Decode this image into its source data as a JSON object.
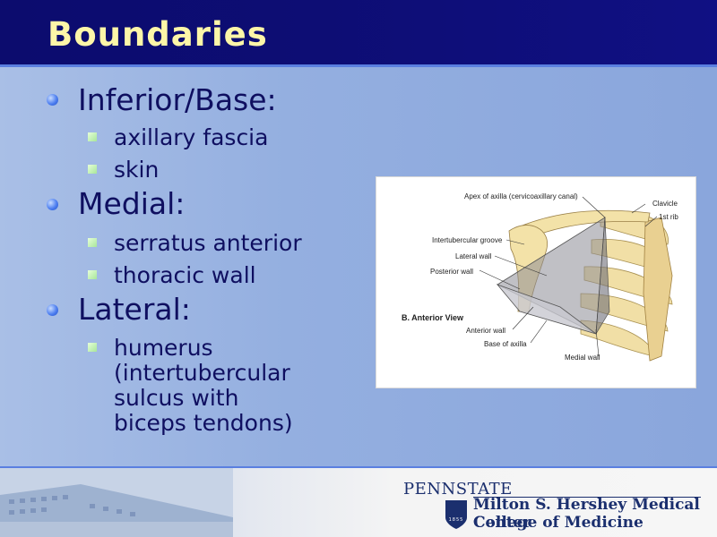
{
  "slide": {
    "title": "Boundaries",
    "items": [
      {
        "label": "Inferior/Base:",
        "subs": [
          "axillary fascia",
          "skin"
        ]
      },
      {
        "label": "Medial:",
        "subs": [
          "serratus anterior",
          "thoracic wall"
        ]
      },
      {
        "label": "Lateral:",
        "subs": [
          "humerus (intertubercular sulcus with biceps tendons)"
        ]
      }
    ],
    "lateral_sub_lines": [
      "humerus",
      "(intertubercular",
      "sulcus with",
      "biceps tendons)"
    ]
  },
  "figure": {
    "view_label": "B. Anterior View",
    "labels": {
      "apex": "Apex of axilla (cervicoaxillary canal)",
      "clavicle": "Clavicle",
      "first_rib": "1st rib",
      "intertubercular": "Intertubercular groove",
      "lateral_wall": "Lateral wall",
      "posterior_wall": "Posterior wall",
      "anterior_wall": "Anterior wall",
      "base": "Base of axilla",
      "medial_wall": "Medial wall"
    }
  },
  "footer": {
    "pennstate": "PENNSTATE",
    "shield_year": "1855",
    "line1": "Milton S. Hershey Medical Center",
    "line2": "College of Medicine"
  }
}
